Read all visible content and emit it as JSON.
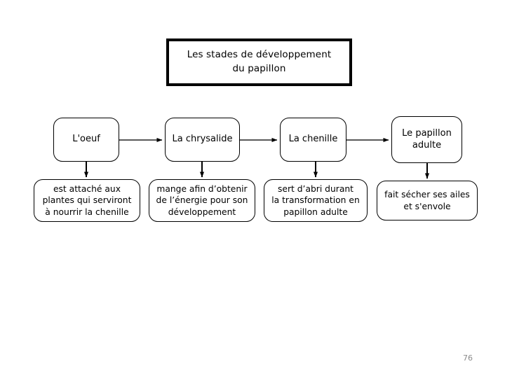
{
  "slide": {
    "title_box": {
      "text": "Les stades de développement\ndu papillon"
    },
    "stages": [
      {
        "label": "L'oeuf"
      },
      {
        "label": "La chrysalide"
      },
      {
        "label": "La chenille"
      },
      {
        "label": "Le papillon\nadulte"
      }
    ],
    "descriptions": [
      {
        "text": "est attaché aux\nplantes qui serviront\nà nourrir la chenille"
      },
      {
        "text": "mange afin d’obtenir\nde l’énergie pour son\ndéveloppement"
      },
      {
        "text": "sert d’abri durant\nla transformation en\npapillon adulte"
      },
      {
        "text": "fait sécher ses ailes\net s'envole"
      }
    ],
    "page_number": "76",
    "colors": {
      "background": "#ffffff",
      "ink": "#000000",
      "page_number": "#8a8a8a"
    }
  }
}
